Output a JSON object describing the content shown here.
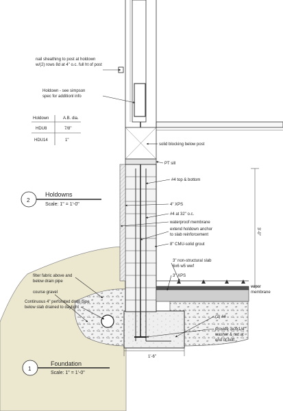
{
  "callouts": {
    "nail_sheathing": [
      "nail sheathing to post at holdown",
      "w/(2) rows 8d at 4\" o.c. full ht of post"
    ],
    "holdown_note": [
      "Holdown - see simpson",
      "spec for additionl info"
    ],
    "solid_blocking": "solid blocking below post",
    "pt_sill": "PT sill",
    "rebar_top_bottom": "#4 top & bottom",
    "xps_4": "4\" XPS",
    "rebar_32": "#4 at 32\" o.c.",
    "waterproof": "waterproof membrane",
    "extend_anchor": [
      "extend holdown anchor",
      "to slab reinforcement"
    ],
    "cmu": "8\" CMU-solid grout",
    "slab": [
      "3\" non-structural slab",
      "6x6 w5 wwf"
    ],
    "xps_3": "3\" XPS",
    "vapor": [
      "vapor",
      "membrane"
    ],
    "filter_fabric": [
      "filter fabric above and",
      "below drain pipe"
    ],
    "gravel": "course gravel",
    "drain": [
      "Continuous 4\" perforated drain pipe",
      "below slab drained to daylight"
    ],
    "rebar_2_4": "(2) #4",
    "washer": [
      "provide 3x3x1/4\"",
      "washer & nut at",
      "end of bolt"
    ]
  },
  "holdown_table": {
    "headers": [
      "Holdown",
      "A.B. dia."
    ],
    "rows": [
      [
        "HDU8",
        "7/8\""
      ],
      [
        "HDU14",
        "1\""
      ]
    ]
  },
  "dimensions": {
    "height": "3'-0\"",
    "footing_width": "1'-6\""
  },
  "detail_holdowns": {
    "number": "2",
    "title": "Holdowns",
    "scale": "Scale: 1\" = 1'-0\""
  },
  "detail_foundation": {
    "number": "1",
    "title": "Foundation",
    "scale": "Scale: 1\" = 1'-0\""
  }
}
